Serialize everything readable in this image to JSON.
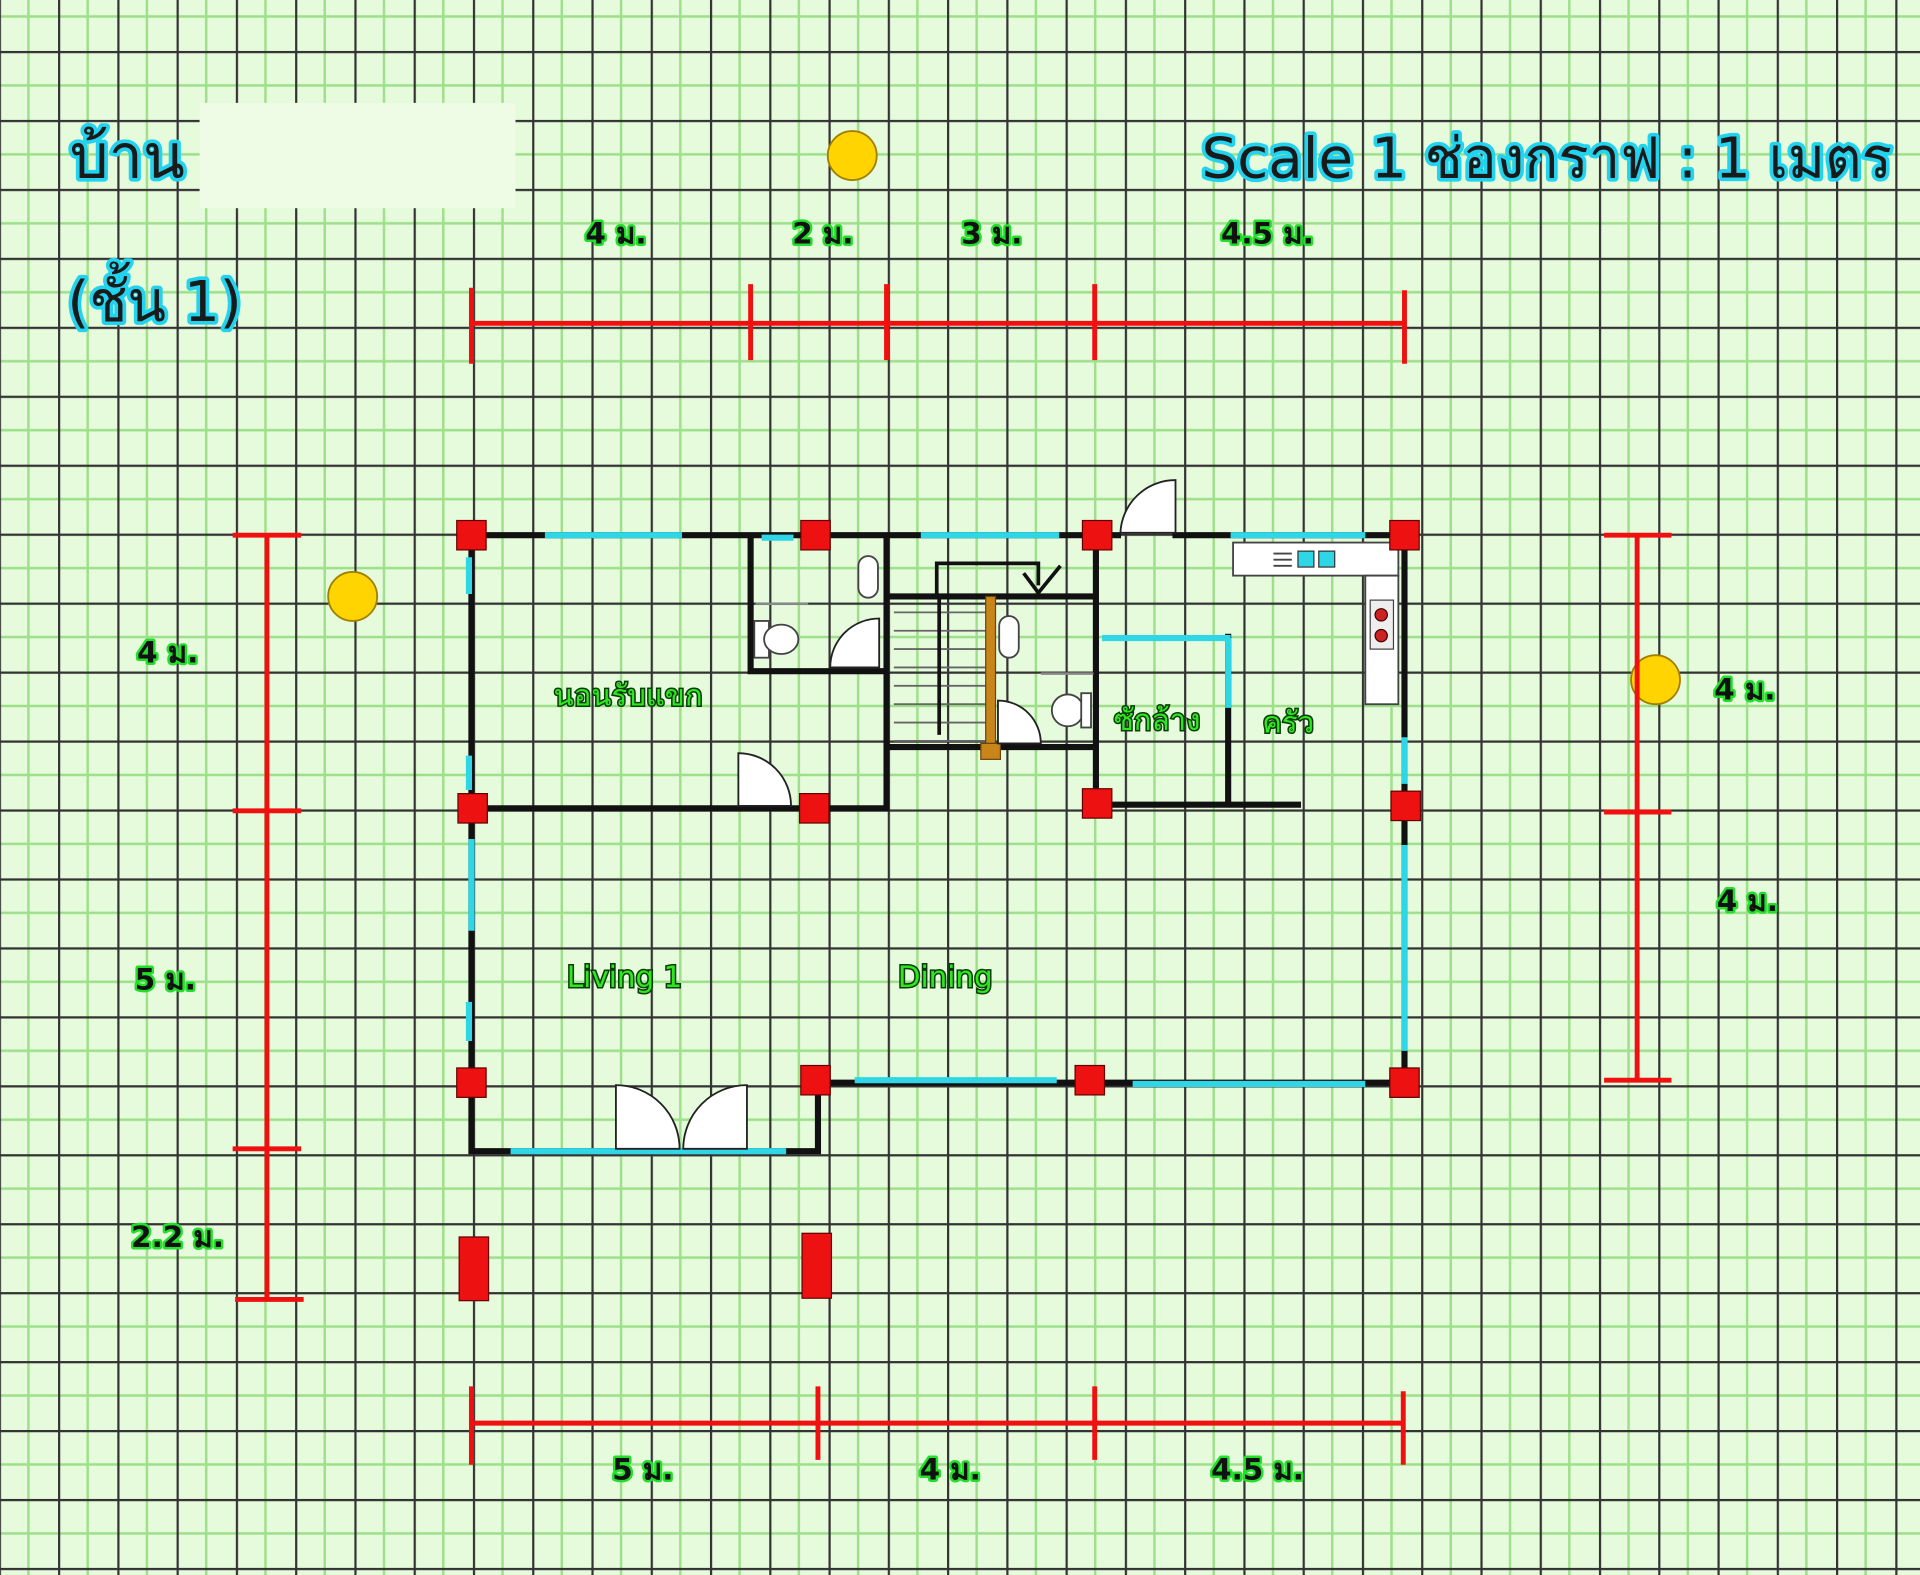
{
  "header": {
    "house_title": "บ้าน",
    "floor_label": "(ชั้น 1)",
    "scale_label": "Scale 1 ช่องกราฟ : 1 เมตร"
  },
  "dimensions": {
    "top": [
      "4 ม.",
      "2 ม.",
      "3 ม.",
      "4.5 ม."
    ],
    "left": [
      "4 ม.",
      "5 ม.",
      "2.2 ม."
    ],
    "right": [
      "4 ม.",
      "4 ม."
    ],
    "bottom": [
      "5 ม.",
      "4 ม.",
      "4.5 ม."
    ]
  },
  "rooms": {
    "guest_bedroom": "นอนรับแขก",
    "laundry": "ซักล้าง",
    "kitchen": "ครัว",
    "living": "Living 1",
    "dining": "Dining"
  },
  "colors": {
    "background": "#e6fadc",
    "grid_major": "#333333",
    "grid_minor": "#9de08a",
    "dimension_line": "#f01010",
    "column": "#ee1111",
    "window": "#2fd6e6",
    "marker": "#ffd400"
  }
}
